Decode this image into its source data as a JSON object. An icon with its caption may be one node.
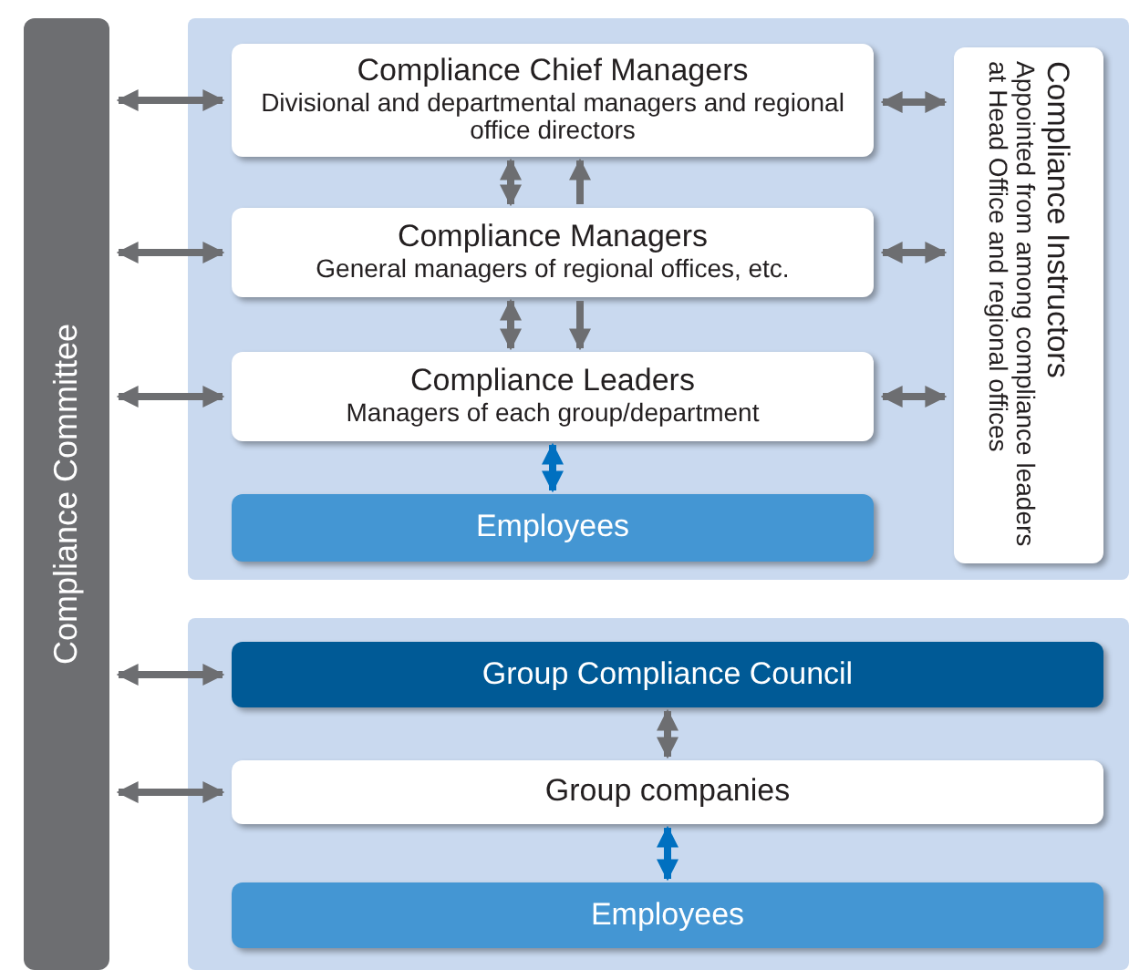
{
  "diagram": {
    "nodes": [
      {
        "text": [
          "Compliance Committee"
        ]
      },
      {
        "text": [],
        "shape": "box"
      },
      {
        "text": [
          "Compliance Chief Managers",
          "Divisional and departmental managers and regional office directors"
        ],
        "in": 1
      },
      {
        "text": [
          "Compliance Managers",
          "General managers of regional offices, etc."
        ],
        "in": 1
      },
      {
        "text": [
          "Compliance Leaders",
          "Managers of each group/department"
        ],
        "in": 1
      },
      {
        "text": [
          "Employees"
        ],
        "in": 1
      },
      {
        "text": [
          "Compliance Instructors",
          "Appointed from among compliance leaders at Head Office and regional offices"
        ],
        "in": 1
      },
      {
        "text": [],
        "shape": "box"
      },
      {
        "text": [
          "Group Compliance Council"
        ],
        "in": 7
      },
      {
        "text": [
          "Group companies"
        ],
        "in": 7
      },
      {
        "text": [
          "Employees"
        ],
        "in": 7
      }
    ],
    "edges": [
      {
        "from": 0,
        "to": 2,
        "arrow": "both"
      },
      {
        "from": 0,
        "to": 3,
        "arrow": "both"
      },
      {
        "from": 0,
        "to": 4,
        "arrow": "both"
      },
      {
        "from": 2,
        "to": 6,
        "arrow": "both"
      },
      {
        "from": 3,
        "to": 6,
        "arrow": "both"
      },
      {
        "from": 4,
        "to": 6,
        "arrow": "both"
      },
      {
        "from": 2,
        "to": 3,
        "arrow": "both"
      },
      {
        "from": 3,
        "to": 2,
        "arrow": "to"
      },
      {
        "from": 3,
        "to": 4,
        "arrow": "both"
      },
      {
        "from": 3,
        "to": 4,
        "arrow": "to"
      },
      {
        "from": 4,
        "to": 5,
        "arrow": "both",
        "color": "#0070c0"
      },
      {
        "from": 0,
        "to": 8,
        "arrow": "both"
      },
      {
        "from": 0,
        "to": 9,
        "arrow": "both"
      },
      {
        "from": 8,
        "to": 9,
        "arrow": "both"
      },
      {
        "from": 9,
        "to": 10,
        "arrow": "both",
        "color": "#0070c0"
      }
    ]
  }
}
